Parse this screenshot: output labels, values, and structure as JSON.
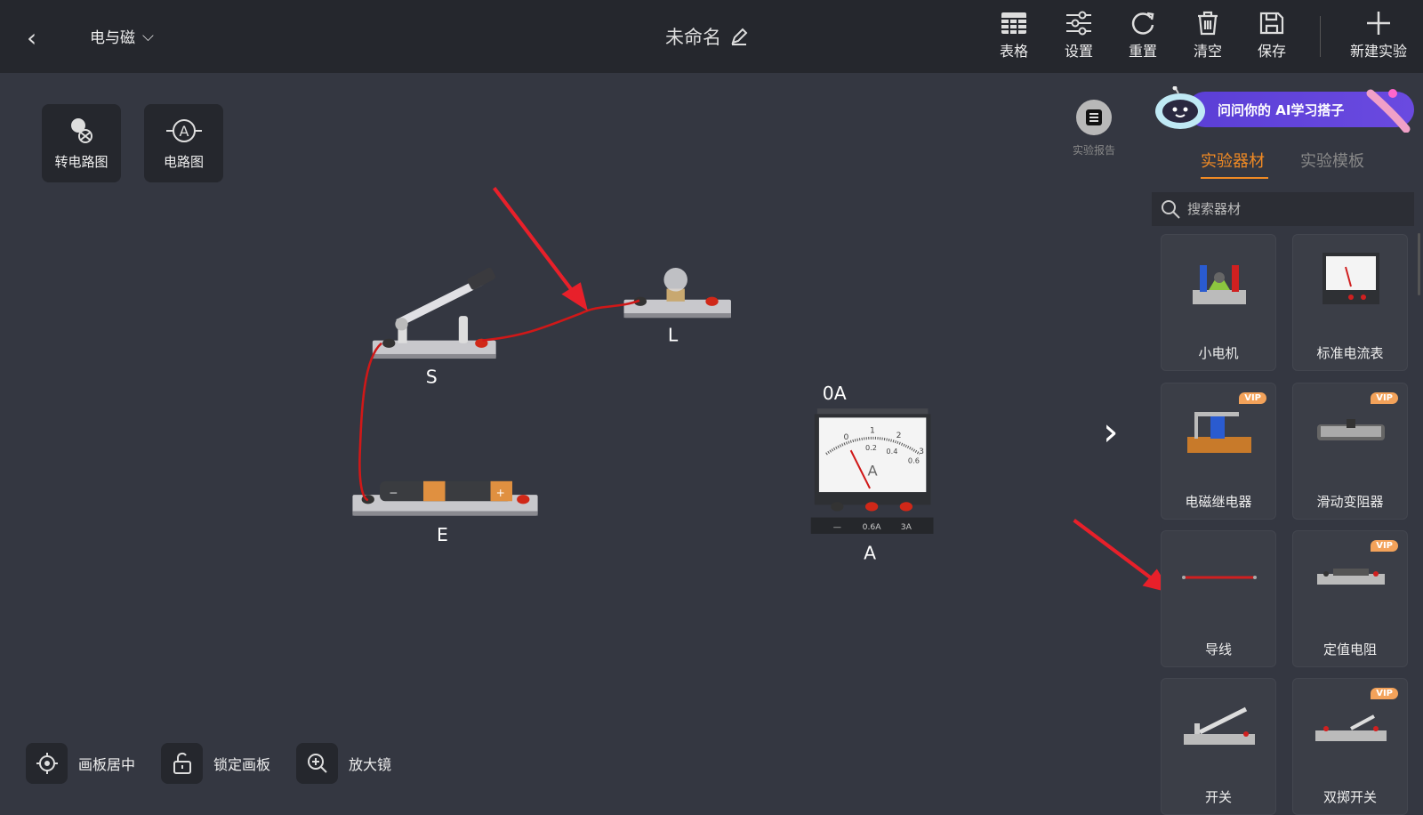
{
  "header": {
    "subject": "电与磁",
    "title": "未命名",
    "tools": [
      {
        "label": "表格",
        "icon": "table-icon"
      },
      {
        "label": "设置",
        "icon": "settings-icon"
      },
      {
        "label": "重置",
        "icon": "reset-icon"
      },
      {
        "label": "清空",
        "icon": "trash-icon"
      },
      {
        "label": "保存",
        "icon": "save-icon"
      },
      {
        "label": "新建实验",
        "icon": "plus-icon"
      }
    ]
  },
  "left_buttons": [
    {
      "label": "转电路图"
    },
    {
      "label": "电路图"
    }
  ],
  "report": {
    "label": "实验报告"
  },
  "ai_banner": {
    "text": "问问你的 AI学习搭子"
  },
  "tabs": [
    {
      "label": "实验器材",
      "active": true
    },
    {
      "label": "实验模板",
      "active": false
    }
  ],
  "search": {
    "placeholder": "搜索器材"
  },
  "equipment": [
    {
      "label": "小电机",
      "vip": false
    },
    {
      "label": "标准电流表",
      "vip": false
    },
    {
      "label": "电磁继电器",
      "vip": true
    },
    {
      "label": "滑动变阻器",
      "vip": true
    },
    {
      "label": "导线",
      "vip": false
    },
    {
      "label": "定值电阻",
      "vip": true
    },
    {
      "label": "开关",
      "vip": false
    },
    {
      "label": "双掷开关",
      "vip": true
    }
  ],
  "vip_label": "VIP",
  "canvas": {
    "switch_label": "S",
    "bulb_label": "L",
    "battery_label": "E",
    "ammeter": {
      "label": "A",
      "reading": "0A",
      "scale_top": [
        "0",
        "1",
        "2",
        "3"
      ],
      "scale_bottom": [
        "0.2",
        "0.4",
        "0.6"
      ],
      "unit": "A",
      "terminals": [
        "—",
        "0.6A",
        "3A"
      ]
    }
  },
  "bottom": [
    {
      "label": "画板居中"
    },
    {
      "label": "锁定画板"
    },
    {
      "label": "放大镜"
    }
  ],
  "colors": {
    "accent": "#f08a24",
    "wire": "#d01818",
    "annotation": "#e8202a"
  }
}
